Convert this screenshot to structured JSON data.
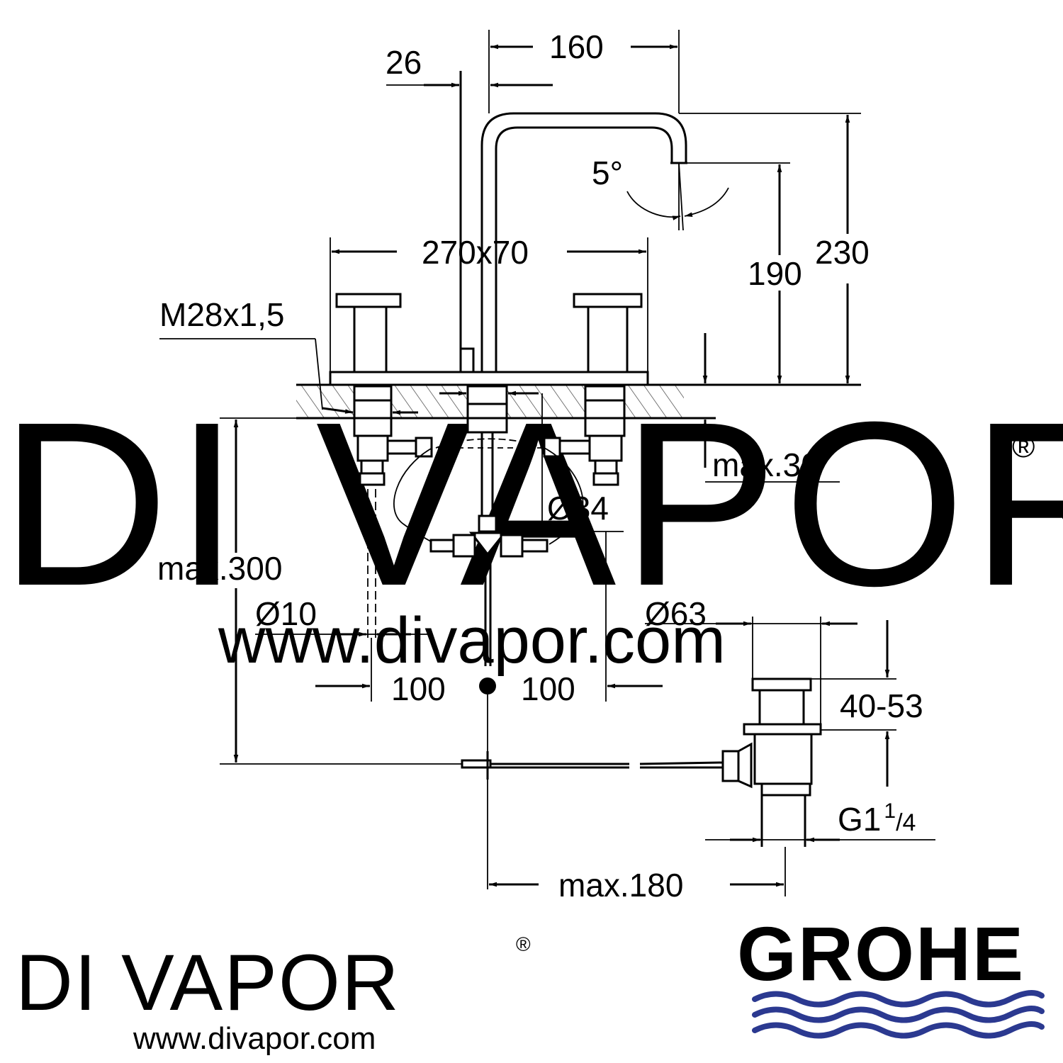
{
  "watermark": {
    "name": "DI VAPOR",
    "registered_mark": "®",
    "url": "www.divapor.com"
  },
  "dimensions": {
    "spout_reach": "160",
    "spout_offset": "26",
    "spout_angle": "5°",
    "deck_plate": "270x70",
    "thread": "M28x1,5",
    "outlet_height": "190",
    "total_height": "230",
    "deck_thickness": "max.30",
    "hole_diameter": "Ø34",
    "under_deck_depth": "max.300",
    "pipe_diameter": "Ø10",
    "left_spacing": "100",
    "right_spacing": "100",
    "waste_diameter": "Ø63",
    "waste_height": "40-53",
    "waste_thread_main": "G1",
    "waste_thread_num": "1",
    "waste_thread_den": "/4",
    "rod_length": "max.180"
  },
  "branding": {
    "retailer_name": "DI VAPOR",
    "retailer_registered": "®",
    "retailer_url": "www.divapor.com",
    "manufacturer": "GROHE",
    "manufacturer_color": "#2b3990"
  }
}
